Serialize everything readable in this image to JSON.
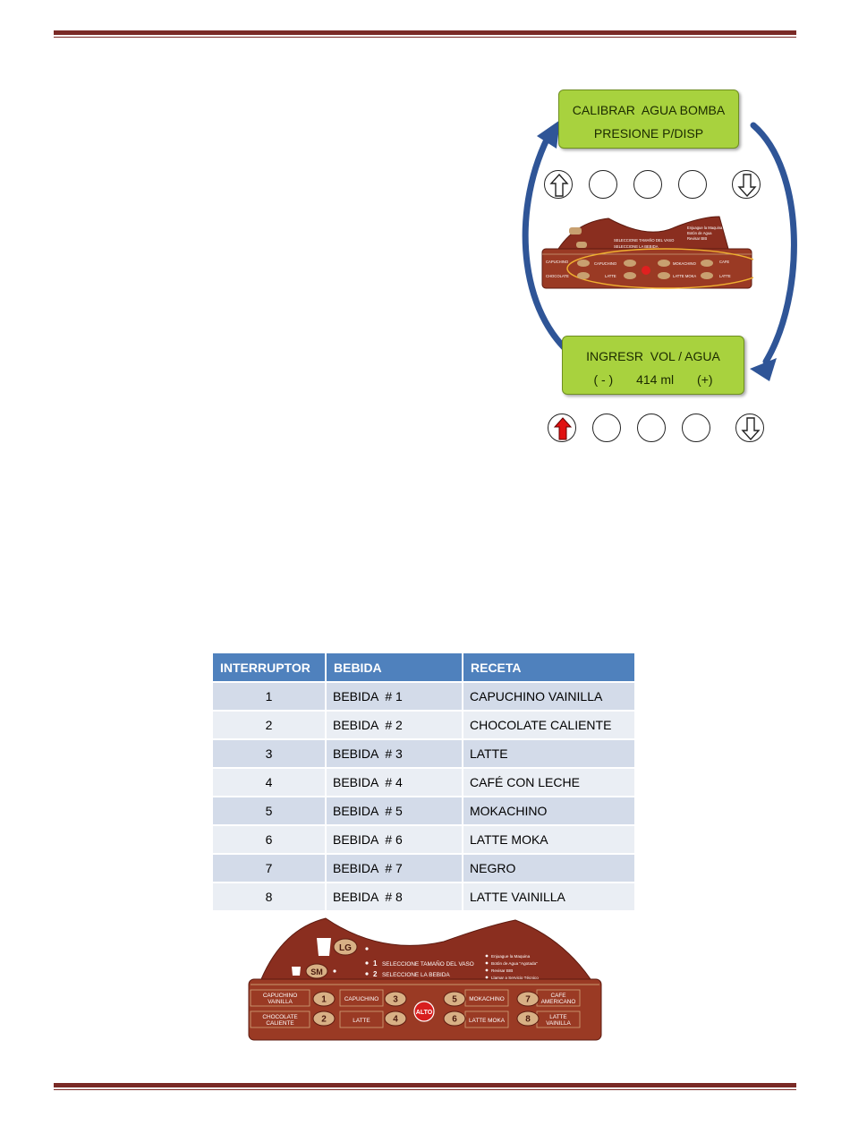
{
  "screen_top": {
    "line1": "CALIBRAR  AGUA BOMBA",
    "line2": "PRESIONE P/DISP"
  },
  "screen_bottom": {
    "line1": "INGRESR  VOL / AGUA",
    "line2_minus": "( - )",
    "line2_value": "414 ml",
    "line2_plus": "(+)"
  },
  "table": {
    "headers": [
      "INTERRUPTOR",
      "BEBIDA",
      "RECETA"
    ],
    "rows": [
      [
        "1",
        "BEBIDA  # 1",
        "CAPUCHINO VAINILLA"
      ],
      [
        "2",
        "BEBIDA  # 2",
        "CHOCOLATE CALIENTE"
      ],
      [
        "3",
        "BEBIDA  # 3",
        "LATTE"
      ],
      [
        "4",
        "BEBIDA  # 4",
        "CAFÉ CON LECHE"
      ],
      [
        "5",
        "BEBIDA  # 5",
        "MOKACHINO"
      ],
      [
        "6",
        "BEBIDA  # 6",
        "LATTE MOKA"
      ],
      [
        "7",
        "BEBIDA  # 7",
        "NEGRO"
      ],
      [
        "8",
        "BEBIDA  # 8",
        "LATTE VAINILLA"
      ]
    ]
  },
  "panel": {
    "size_lg": "LG",
    "size_sm": "SM",
    "step1_num": "1",
    "step1_text": "SELECCIONE TAMAÑO DEL VASO",
    "step2_num": "2",
    "step2_text": "SELECCIONE LA BEBIDA",
    "notices": [
      "Enjuague la Maquina",
      "Botón de Agua \"Agotada\"",
      "Revisar BIB",
      "Llamar a Servicio Técnico"
    ],
    "stop": "ALTO",
    "drinks": [
      {
        "num": "1",
        "label": [
          "CAPUCHINO",
          "VAINILLA"
        ]
      },
      {
        "num": "2",
        "label": [
          "CHOCOLATE",
          "CALIENTE"
        ]
      },
      {
        "num": "3",
        "label": [
          "CAPUCHINO"
        ]
      },
      {
        "num": "4",
        "label": [
          "LATTE"
        ]
      },
      {
        "num": "5",
        "label": [
          "MOKACHINO"
        ]
      },
      {
        "num": "6",
        "label": [
          "LATTE MOKA"
        ]
      },
      {
        "num": "7",
        "label": [
          "CAFE",
          "AMERICANO"
        ]
      },
      {
        "num": "8",
        "label": [
          "LATTE",
          "VAINILLA"
        ]
      }
    ]
  },
  "colors": {
    "rule": "#7a2a26",
    "lcd": "#a8d23e",
    "panel": "#8a2e1f",
    "arrow": "#2f5597",
    "highlight_arrow": "#e01010",
    "table_header": "#4f81bd"
  }
}
